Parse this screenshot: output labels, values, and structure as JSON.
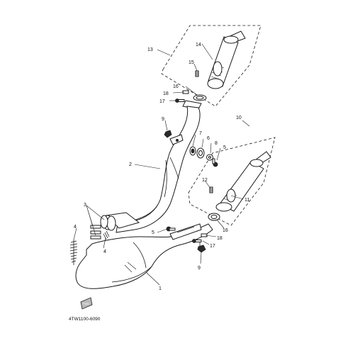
{
  "diagram_code": "4TW1100-6090",
  "front_badge": "FWD",
  "callouts": {
    "c1": "1",
    "c2": "2",
    "c3": "3",
    "c4a": "4",
    "c4b": "4",
    "c5a": "5",
    "c5b": "5",
    "c6": "6",
    "c7": "7",
    "c8": "8",
    "c9a": "9",
    "c9b": "9",
    "c10": "10",
    "c11": "11",
    "c12": "12",
    "c13": "13",
    "c14": "14",
    "c15": "15",
    "c16a": "16",
    "c16b": "16",
    "c17a": "17",
    "c17b": "17",
    "c18a": "18",
    "c18b": "18"
  },
  "colors": {
    "line": "#1a1a1a",
    "background": "#ffffff"
  }
}
